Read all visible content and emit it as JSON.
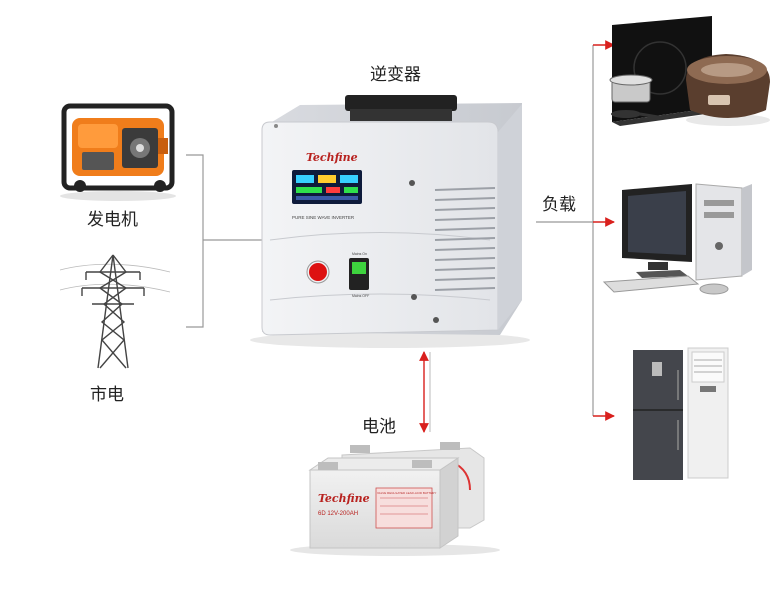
{
  "labels": {
    "inverter": "逆变器",
    "generator": "发电机",
    "grid": "市电",
    "battery": "电池",
    "load": "负载"
  },
  "inverter_panel": {
    "brand": "Techfine",
    "model_text": "PURE SINE WAVE INVERTER",
    "switch_on": "Mains On",
    "switch_off": "Mains OFF"
  },
  "battery_panel": {
    "brand": "Techfine",
    "spec": "6D 12V-200AH",
    "type_text": "VALVE REGULATED LEAD-ACID BATTERY"
  },
  "colors": {
    "arrow": "#d9201d",
    "connector": "#999999",
    "generator_body": "#f07d1b",
    "brand": "#b8221f",
    "lcd": "#0e1b3b"
  }
}
